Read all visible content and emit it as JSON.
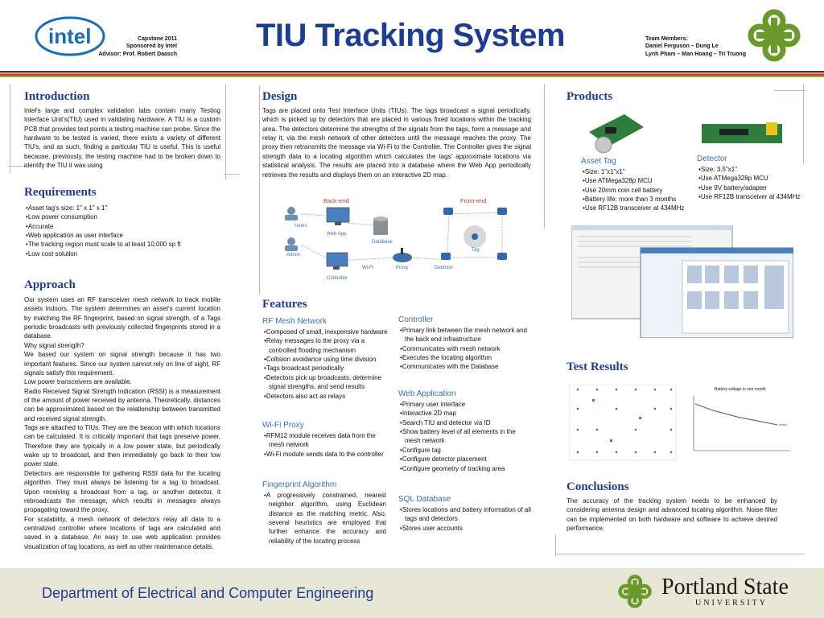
{
  "header": {
    "title": "TIU Tracking System",
    "logo_text": "intel",
    "sponsor_lines": [
      "Capstone 2011",
      "Sponsored by Intel",
      "Advisor: Prof. Robert Daasch"
    ],
    "team_lines": [
      "Team Members:",
      "Daniel Ferguson – Dung Le",
      "Lynh Pham – Man Hoang – Tri Truong"
    ]
  },
  "intro": {
    "heading": "Introduction",
    "text": "Intel's large and complex validation labs contain many Testing Interface Unit's(TIU) used in validating hardware. A TIU is a custom PCB that provides test points a testing machine can probe.  Since the hardware to be tested is varied, there exists a variety of different TIU's, and as such, finding a particular TIU is useful. This is useful because, previously, the testing machine had to be broken down to identify the TIU it was using"
  },
  "requirements": {
    "heading": "Requirements",
    "items": [
      "Asset tag's size: 1\" x 1\" x 1\"",
      "Low power consumption",
      "Accurate",
      "Web application as user interface",
      "The tracking region must scale to at least 10,000 sp ft",
      "Low cost solution"
    ]
  },
  "approach": {
    "heading": "Approach",
    "paragraphs": [
      "Our system uses an RF transceiver mesh network to track mobile assets indoors. The system determines an asset's current location by matching the RF fingerprint, based on signal strength, of a Tags periodic broadcasts with previously collected fingerprints stored in a database.",
      "Why signal strength?",
      "We based our system on signal strength because it has two important features. Since our system cannot rely on line of sight, RF signals satisfy this requirement.",
      "Low power transceivers are available.",
      "Radio Received Signal Strength Indication (RSSI) is a measurement of the amount of power received by antenna. Theoretically, distances can be approximated based on the relationship between transmitted and received signal strength.",
      "Tags are attached to TIUs. They are the beacon with which locations can be calculated. It is critically important that tags preserve power. Therefore they are typically in a low power state, but periodically wake up to broadcast, and then immediately go back to their low power state.",
      "Detectors are responsible for gathering RSSI data for the locating algorithm. They must always be listening for a tag to broadcast. Upon receiving a broadcast from a tag, or another detector, it  rebroadcasts the message, which results in messages always propagating toward the proxy.",
      "For scalability, a mesh network of detectors relay all data to a centralized controller where locations of tags are calculated and saved in a database. An easy to use web application provides visualization of tag locations, as well as other maintenance details."
    ]
  },
  "design": {
    "heading": "Design",
    "text": "Tags are placed onto Test Interface Units (TIUs). The tags broadcast a signal periodically, which is picked up by detectors that are placed in various fixed locations within the tracking area. The detectors determine the strengths of the signals from the tags, form a message and relay it, via the mesh network of other detectors until the message reaches the proxy. The proxy then retransmits the message via Wi-Fi to the Controller. The Controller gives the signal strength data to a locating algorithm which calculates the tags' approximate locations via statistical analysis. The results are placed into a database where the Web App periodically retrieves the results and displays them on an interactive 2D map.",
    "diagram": {
      "backend": "Back-end",
      "frontend": "Front-end",
      "users": "Users",
      "webapp": "Web App",
      "database": "Database",
      "admin": "Admin",
      "controller": "Controller",
      "wifi": "Wi-Fi",
      "proxy": "Proxy",
      "detector": "Detector",
      "tag": "Tag"
    }
  },
  "features": {
    "heading": "Features",
    "rf": {
      "heading": "RF Mesh Network",
      "items": [
        "Composed of small, inexpensive hardware",
        "Relay messages to the proxy via a controlled flooding mechanism",
        "Collision avoidance using time division",
        "Tags broadcast periodically",
        "Detectors pick up broadcasts, determine signal strengths, and send results",
        "Detectors also act as relays"
      ]
    },
    "wifi": {
      "heading": "Wi-Fi Proxy",
      "items": [
        "RFM12 module receives data from the mesh network",
        "Wi-Fi module sends data to the controller"
      ]
    },
    "fp": {
      "heading": "Fingerprint Algorithm",
      "items": [
        "A progressively constrained, nearest neighbor algorithm, using Euclidean distance as the matching metric. Also, several heuristics are employed that further enhance the accuracy and reliability of the locating process"
      ]
    },
    "controller": {
      "heading": "Controller",
      "items": [
        "Primary link between the mesh network and the back end infrastructure",
        "Communicates with mesh network",
        "Executes the locating algorithm",
        "Communicates with the Database"
      ]
    },
    "web": {
      "heading": "Web Application",
      "items": [
        "Primary user interface",
        "Interactive 2D map",
        "Search TIU and detector via ID",
        "Show battery level of all elements in the mesh network",
        "Configure tag",
        "Configure detector placement",
        "Configure geometry of tracking area"
      ]
    },
    "sql": {
      "heading": "SQL Database",
      "items": [
        "Stores locations and battery information of all tags and detectors",
        "Stores user accounts"
      ]
    }
  },
  "products": {
    "heading": "Products",
    "asset": {
      "heading": "Asset Tag",
      "items": [
        "Size: 1\"x1\"x1\"",
        "Use ATMega328p MCU",
        "Use 20mm coin cell battery",
        "Battery life: more than 3 months",
        "Use RF12B transceiver at 434MHz"
      ]
    },
    "detector": {
      "heading": "Detector",
      "items": [
        "Size: 3.5\"x1\"",
        "Use ATMega328p MCU",
        "Use 9V battery/adapter",
        "Use RF12B transceiver at 434MHz"
      ]
    }
  },
  "test": {
    "heading": "Test Results",
    "chart_title": "Battery voltage in one month"
  },
  "conclusions": {
    "heading": "Conclusions",
    "text": "The accuracy of the tracking system needs to be enhanced  by considering antenna design and advanced locating algorithm. Noise filter can be implemented on both hardware and software to achieve desired performance."
  },
  "footer": {
    "dept": "Department of Electrical and Computer Engineering",
    "psu_name": "Portland State",
    "psu_sub": "UNIVERSITY"
  },
  "colors": {
    "title": "#1f3c93",
    "subheading": "#3b6fb0",
    "stripe_blue": "#1f3c93",
    "stripe_orange": "#f29a1f",
    "stripe_red": "#d3343a",
    "stripe_green": "#7fb239",
    "psu_green": "#6a9a2a"
  }
}
